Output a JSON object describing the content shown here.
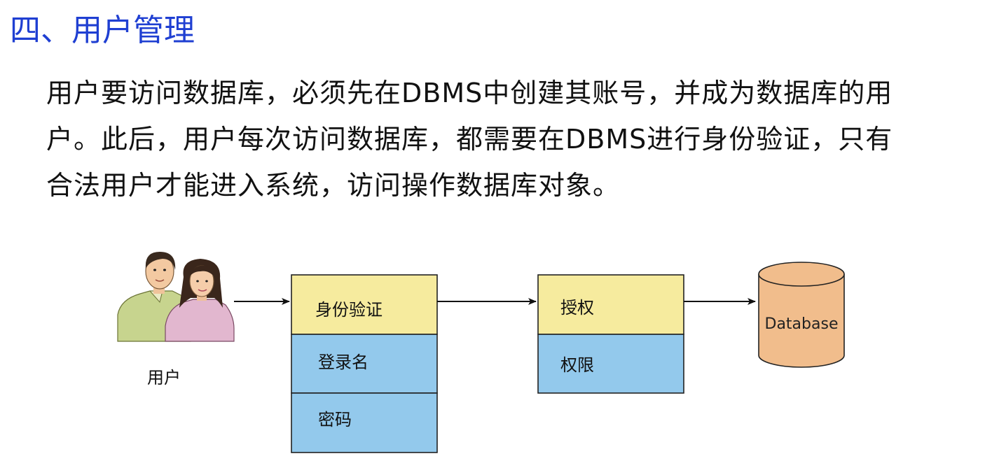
{
  "heading": "四、用户管理",
  "paragraph": [
    "用户要访问数据库，必须先在DBMS中创建其账号，并成为数据库的用",
    "户。此后，用户每次访问数据库，都需要在DBMS进行身份验证，只有",
    "合法用户才能进入系统，访问操作数据库对象。"
  ],
  "diagram": {
    "user_label": "用户",
    "auth_box": {
      "title": "身份验证",
      "login": "登录名",
      "password": "密码"
    },
    "authz_box": {
      "title": "授权",
      "perm": "权限"
    },
    "database_label": "Database",
    "colors": {
      "header": "#f6eb9e",
      "body": "#93c9ec",
      "database": "#f1bd8c",
      "heading": "#1f3fd2"
    }
  }
}
